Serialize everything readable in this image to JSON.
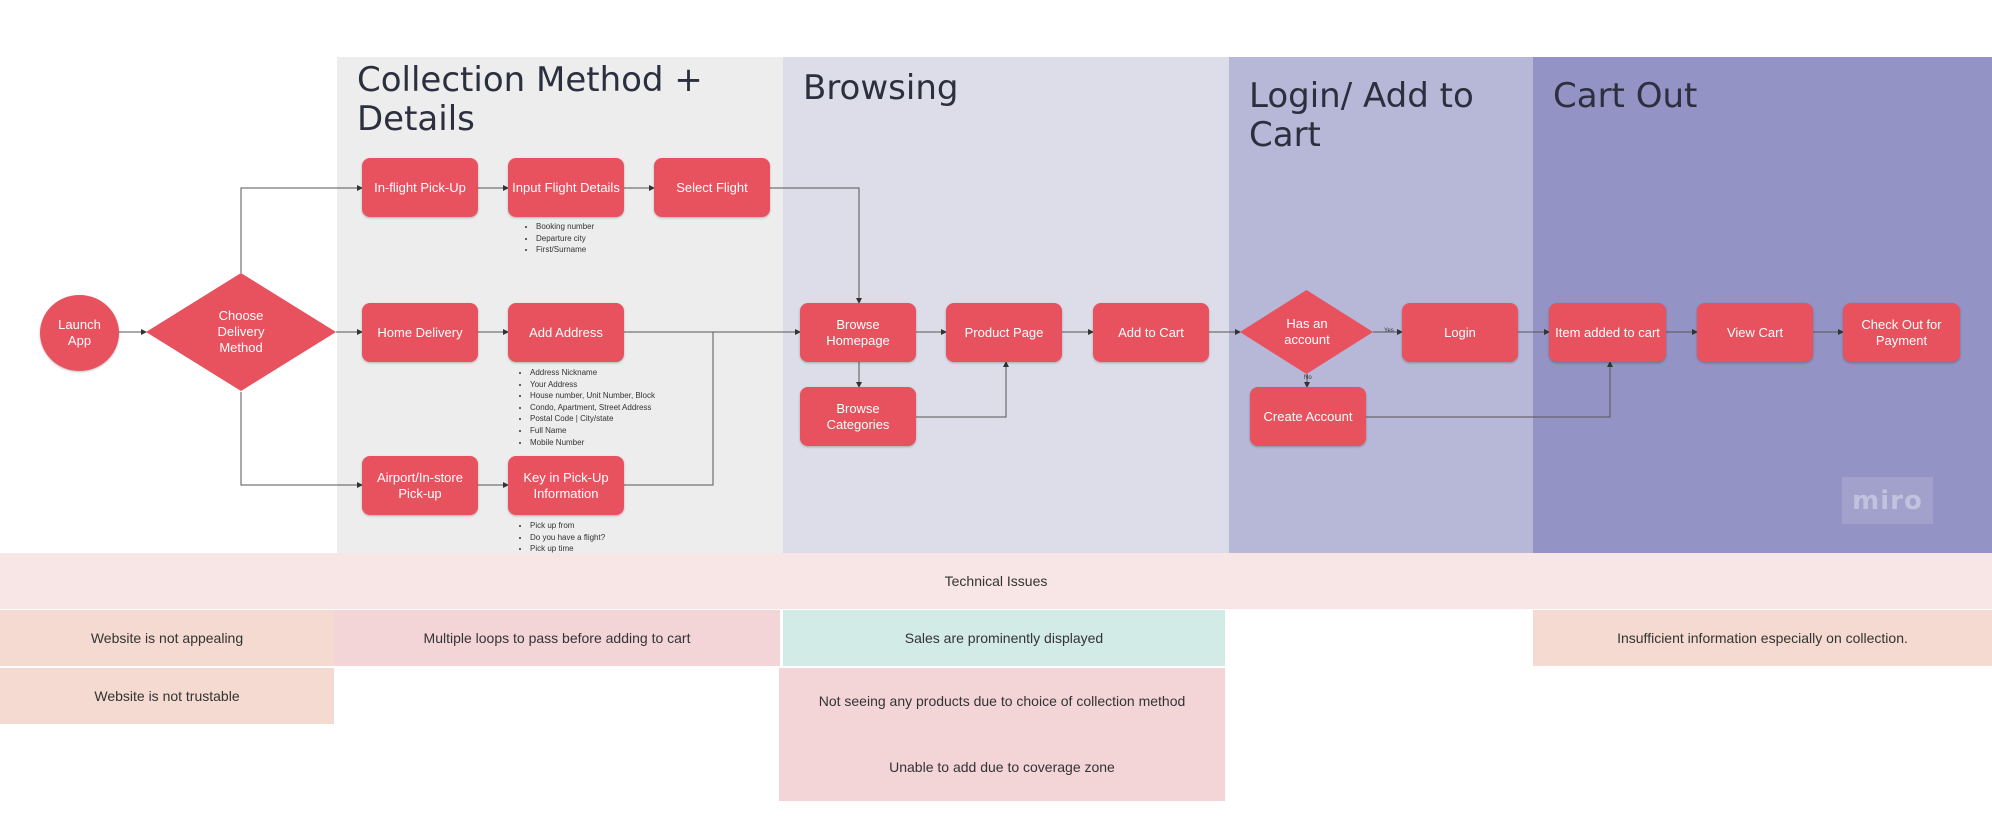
{
  "lanes": {
    "collection": "Collection Method + Details",
    "browsing": "Browsing",
    "login": "Login/ Add to Cart",
    "cartout": "Cart Out"
  },
  "nodes": {
    "launch": "Launch App",
    "choose": "Choose Delivery Method",
    "inflight": "In-flight Pick-Up",
    "input_flight": "Input Flight Details",
    "select_flight": "Select Flight",
    "home_delivery": "Home Delivery",
    "add_address": "Add Address",
    "airport_pickup": "Airport/In-store Pick-up",
    "key_in": "Key in Pick-Up Information",
    "browse_home": "Browse Homepage",
    "product_page": "Product Page",
    "add_to_cart": "Add to Cart",
    "browse_categories": "Browse Categories",
    "has_account": "Has an account",
    "login": "Login",
    "create_account": "Create Account",
    "item_added": "Item added to cart",
    "view_cart": "View Cart",
    "checkout": "Check Out for Payment"
  },
  "edge_labels": {
    "yes": "Yes",
    "no": "No"
  },
  "notes": {
    "flight": [
      "Booking number",
      "Departure city",
      "First/Surname"
    ],
    "address": [
      "Address Nickname",
      "Your Address",
      "House number, Unit Number, Block",
      "Condo, Apartment, Street Address",
      "Postal Code | City/state",
      "Full Name",
      "Mobile Number"
    ],
    "pickup": [
      "Pick up from",
      "Do you have a flight?",
      "Pick up time"
    ]
  },
  "pain_points": {
    "technical": "Technical Issues",
    "not_appealing": "Website is not appealing",
    "not_trustable": "Website is not trustable",
    "multiple_loops": "Multiple loops to pass before adding to cart",
    "sales_displayed": "Sales are prominently displayed",
    "no_products": "Not seeing any products due to choice of collection method",
    "coverage": "Unable to add due to coverage zone",
    "insufficient": "Insufficient information especially on collection."
  },
  "watermark": "miro",
  "colors": {
    "node": "#e8515e",
    "lane_collection": "#ededed",
    "lane_browsing": "#dddce9",
    "lane_login": "#b7b7d7",
    "lane_cartout": "#9393c5",
    "band_pink": "#f8e5e5",
    "band_peach": "#f4dad0",
    "band_rose": "#f4d5d7",
    "band_mint": "#d3ebe6"
  }
}
